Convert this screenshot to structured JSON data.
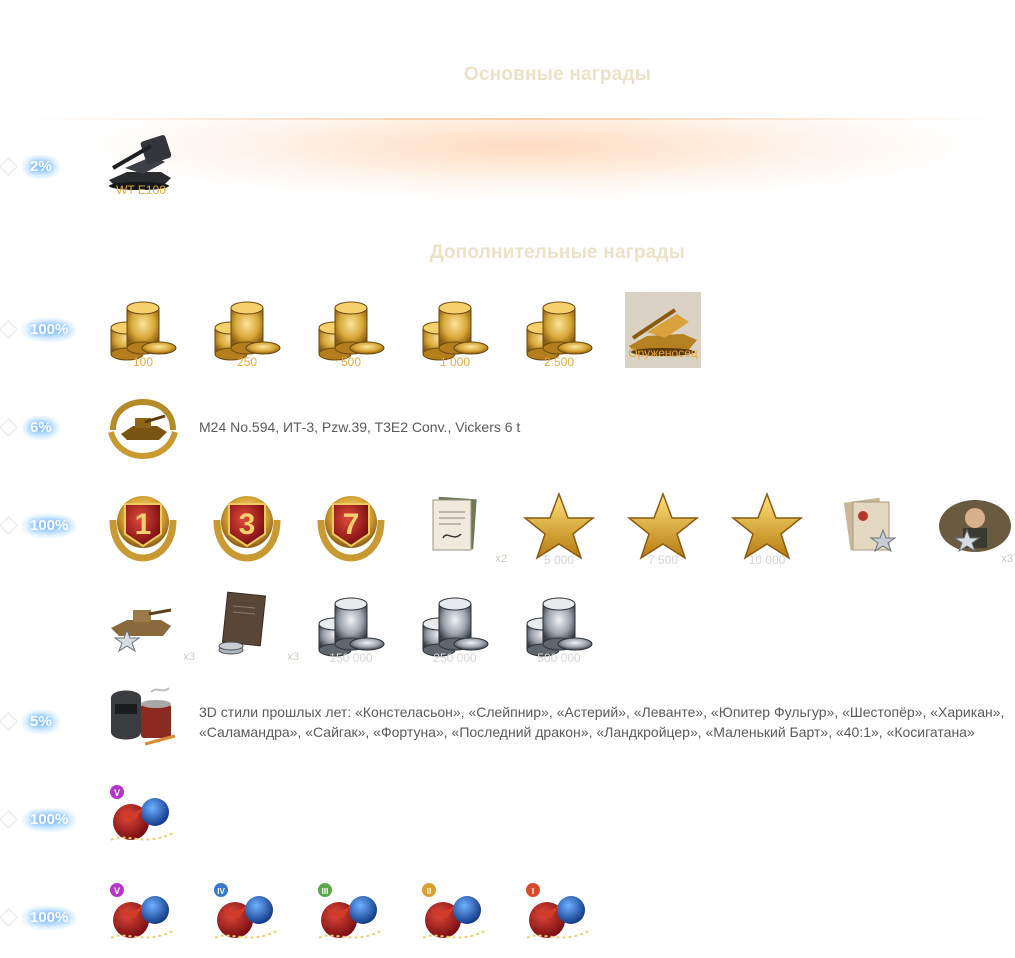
{
  "headings": {
    "main": "Основные награды",
    "extra": "Дополнительные награды"
  },
  "colors": {
    "heading": "#ece2c8",
    "gold_caption": "#e9a93a",
    "grey_caption": "#d3d5d8",
    "chance_glow": "#8cc6ff",
    "main_glow": "#ffbe8c",
    "desc_text": "#5a5a5a"
  },
  "rows": [
    {
      "chance": "2%",
      "items": [
        {
          "icon": "tank-icon",
          "caption": "WT E100"
        }
      ]
    },
    {
      "chance": "100%",
      "items": [
        {
          "icon": "gold-coins-icon",
          "caption": "100"
        },
        {
          "icon": "gold-coins-icon",
          "caption": "250"
        },
        {
          "icon": "gold-coins-icon",
          "caption": "500"
        },
        {
          "icon": "gold-coins-icon",
          "caption": "1 000"
        },
        {
          "icon": "gold-coins-icon",
          "caption": "2 500"
        },
        {
          "icon": "golden-tank-icon",
          "caption": "Оруженосец"
        }
      ]
    },
    {
      "chance": "6%",
      "items": [
        {
          "icon": "tank-laurel-icon"
        }
      ],
      "description": "M24 No.594, ИТ-3, Pzw.39, T3E2 Conv., Vickers 6 t"
    },
    {
      "chance": "100%",
      "items": [
        {
          "icon": "medal-1-icon",
          "number": "1"
        },
        {
          "icon": "medal-3-icon",
          "number": "3"
        },
        {
          "icon": "medal-7-icon",
          "number": "7"
        },
        {
          "icon": "document-icon",
          "multiplier": "x2"
        },
        {
          "icon": "star-icon",
          "caption": "5 000"
        },
        {
          "icon": "star-icon",
          "caption": "7 500"
        },
        {
          "icon": "star-icon",
          "caption": "10 000"
        },
        {
          "icon": "papers-icon"
        },
        {
          "icon": "crew-icon",
          "multiplier": "x3"
        },
        {
          "icon": "equipment-tank-icon",
          "multiplier": "x3"
        },
        {
          "icon": "book-coins-icon",
          "multiplier": "x3"
        },
        {
          "icon": "silver-coins-icon",
          "caption": "150 000"
        },
        {
          "icon": "silver-coins-icon",
          "caption": "250 000"
        },
        {
          "icon": "silver-coins-icon",
          "caption": "500 000"
        }
      ]
    },
    {
      "chance": "5%",
      "items": [
        {
          "icon": "welding-mask-icon"
        }
      ],
      "description_lines": [
        "3D стили прошлых лет: «Констеласьон», «Слейпнир», «Астерий»,  «Леванте», «Юпитер Фульгур», «Шестопёр», «Харикан»,",
        "«Саламандра», «Сайгак», «Фортуна», «Последний дракон», «Ландкройцер», «Маленький Барт», «40:1», «Косигатана»"
      ]
    },
    {
      "chance": "100%",
      "items": [
        {
          "icon": "christmas-ornament-icon",
          "tier": "V"
        }
      ]
    },
    {
      "chance": "100%",
      "items": [
        {
          "icon": "christmas-ornament-icon",
          "tier": "V"
        },
        {
          "icon": "christmas-ornament-icon",
          "tier": "IV"
        },
        {
          "icon": "christmas-ornament-icon",
          "tier": "III"
        },
        {
          "icon": "christmas-ornament-icon",
          "tier": "II"
        },
        {
          "icon": "christmas-ornament-icon",
          "tier": "I"
        }
      ]
    }
  ]
}
